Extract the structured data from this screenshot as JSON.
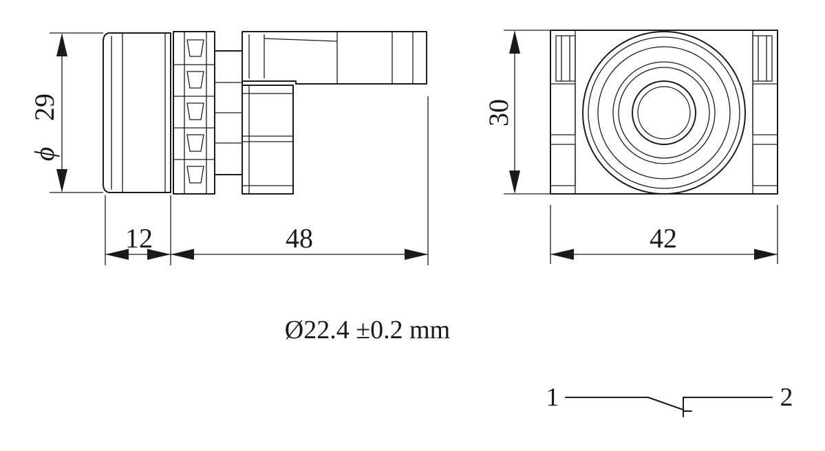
{
  "side_view": {
    "diameter_label": "29",
    "front_width_label": "12",
    "body_length_label": "48"
  },
  "front_view": {
    "height_label": "30",
    "width_label": "42"
  },
  "mounting": {
    "hole_spec": "Ø22.4 ±0.2 mm"
  },
  "schematic": {
    "terminal_left": "1",
    "terminal_right": "2"
  }
}
